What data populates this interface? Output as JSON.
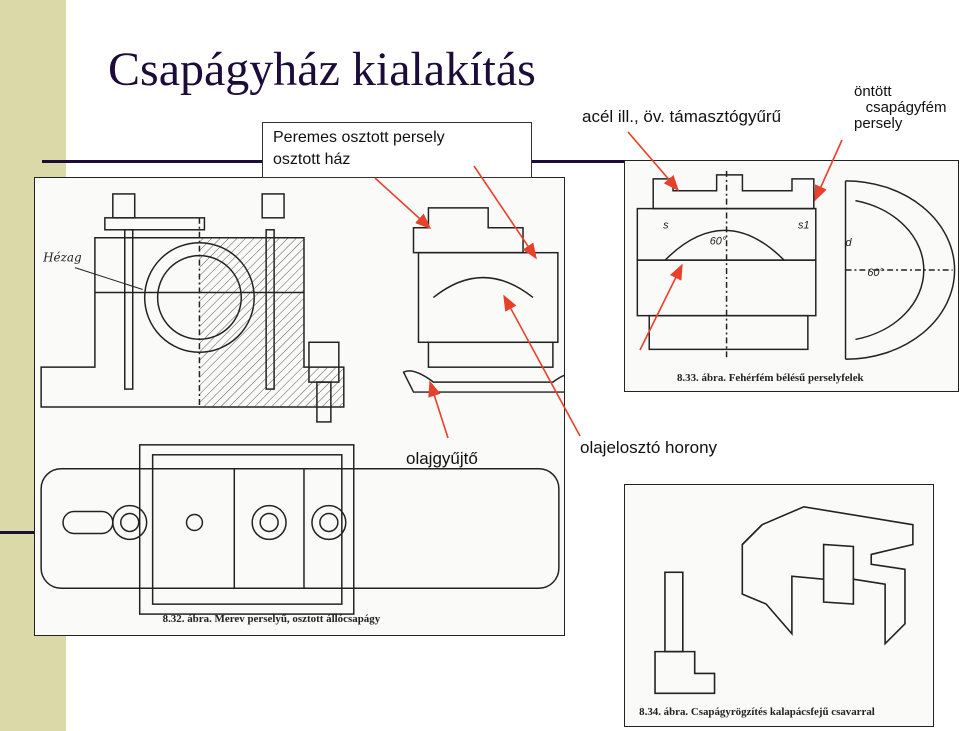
{
  "slide": {
    "title": "Csapágyház kialakítás",
    "colors": {
      "title": "#1c0c39",
      "sidebar": "#dcd9a8",
      "arrow": "#e8412b"
    }
  },
  "labels": {
    "box_line1": "Peremes osztott persely",
    "box_line2": "osztott ház",
    "steel_ring": "acél ill., öv. támasztógyűrű",
    "cast_line1": "öntött",
    "cast_line2": "csapágyfém",
    "cast_line3": "persely",
    "oil_collector": "olajgyűjtő",
    "oil_groove": "olajelosztó horony"
  },
  "figures": {
    "fig832": {
      "caption": "8.32. ábra. Merev perselyű, osztott állócsapágy",
      "gap_label": "Hézag"
    },
    "fig833": {
      "caption": "8.33. ábra. Fehérfém bélésű perselyfelek",
      "angle1": "60°",
      "angle2": "60°",
      "dim_s": "s",
      "dim_s1": "s1",
      "dim_d": "d"
    },
    "fig834": {
      "caption": "8.34. ábra. Csapágyrögzítés kalapácsfejű csavarral"
    }
  }
}
